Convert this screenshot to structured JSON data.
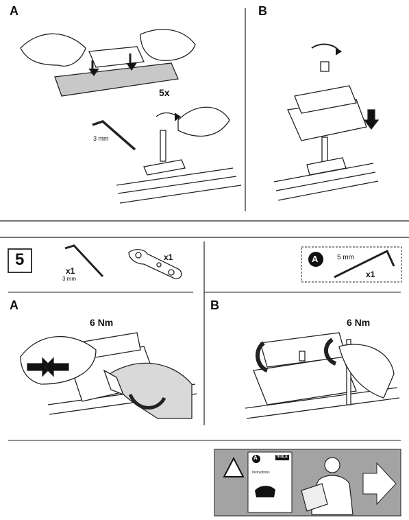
{
  "top": {
    "panel_a_label": "A",
    "panel_b_label": "B",
    "repeat_count": "5x",
    "wrench_size": "3 mm"
  },
  "step": {
    "number": "5",
    "tool1_qty": "x1",
    "tool1_size": "3 mm",
    "tool2_qty": "x1",
    "kit_badge": "A",
    "kit_tool_size": "5 mm",
    "kit_tool_qty": "x1"
  },
  "bottom": {
    "panel_a_label": "A",
    "panel_b_label": "B",
    "torque_a": "6 Nm",
    "torque_b": "6 Nm"
  },
  "footer": {
    "badge": "A",
    "brand": "THULE",
    "instructions": "Instructions"
  },
  "colors": {
    "ink": "#111111",
    "panel_gray": "#c8c8c8",
    "footer_bg": "#a3a3a3"
  }
}
